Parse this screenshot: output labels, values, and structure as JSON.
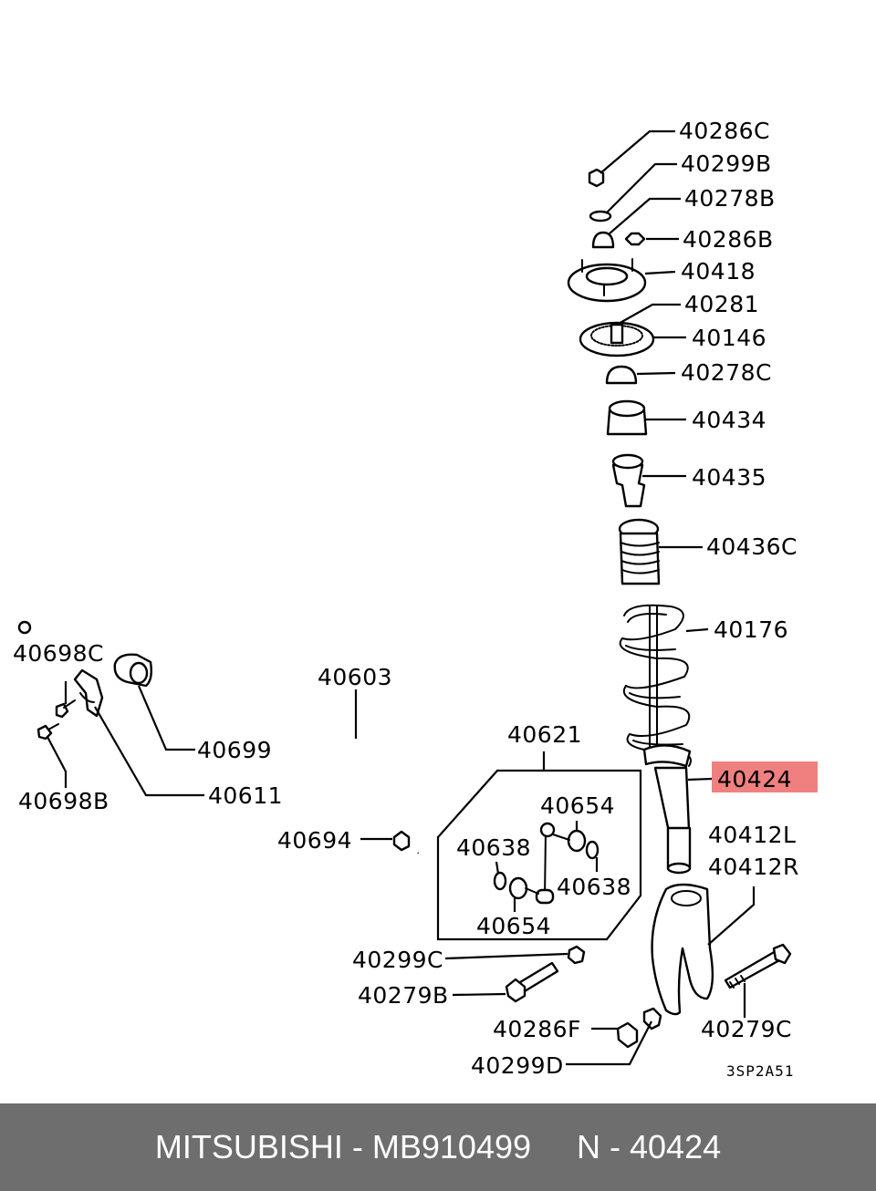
{
  "labels": {
    "l40286C": "40286C",
    "l40299B": "40299B",
    "l40278B": "40278B",
    "l40286B": "40286B",
    "l40418": "40418",
    "l40281": "40281",
    "l40146": "40146",
    "l40278C": "40278C",
    "l40434": "40434",
    "l40435": "40435",
    "l40436C": "40436C",
    "l40176": "40176",
    "l40424": "40424",
    "l40412L": "40412L",
    "l40412R": "40412R",
    "l40698C": "40698C",
    "l40603": "40603",
    "l40621": "40621",
    "l40699": "40699",
    "l40654a": "40654",
    "l40638a": "40638",
    "l40638b": "40638",
    "l40611": "40611",
    "l40698B": "40698B",
    "l40694": "40694",
    "l40654b": "40654",
    "l40299C": "40299C",
    "l40279B": "40279B",
    "l40286F": "40286F",
    "l40279C": "40279C",
    "l40299D": "40299D"
  },
  "diagram_code": "3SP2A51",
  "highlight": {
    "part": "40424",
    "color": "#f08080"
  },
  "footer": {
    "text": "MITSUBISHI - MB910499     N - 40424",
    "background": "#6e6e6e"
  }
}
